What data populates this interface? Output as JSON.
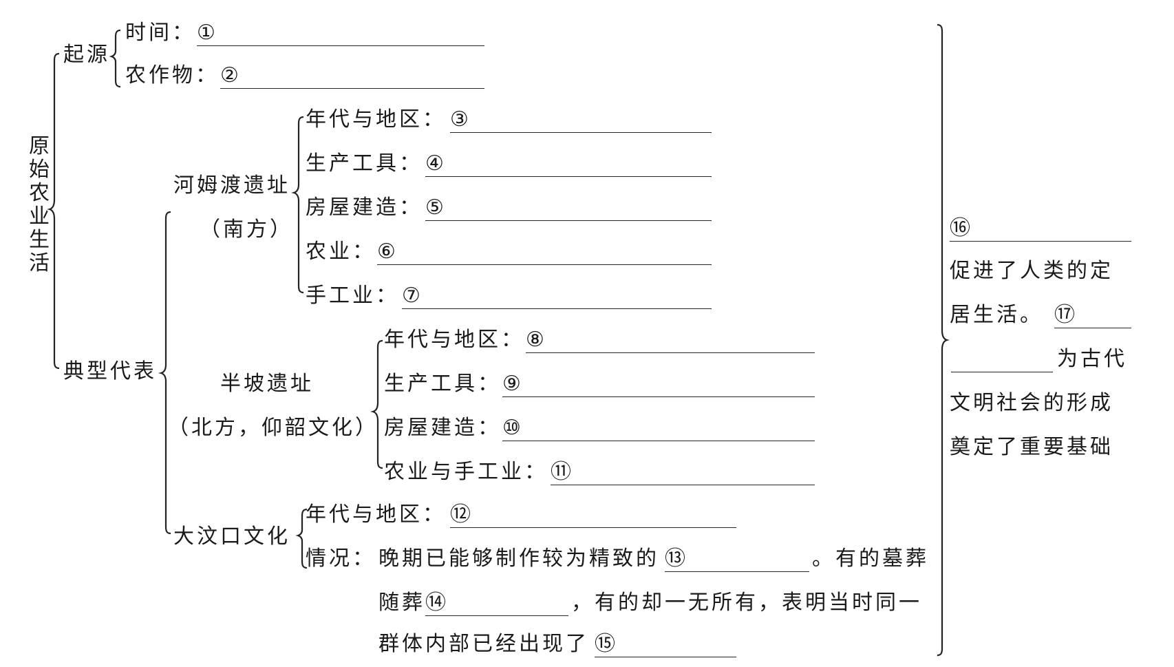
{
  "root": {
    "title": "原始农业生活"
  },
  "origin": {
    "label": "起源",
    "time": {
      "label": "时间：",
      "num": "①"
    },
    "crops": {
      "label": "农作物：",
      "num": "②"
    }
  },
  "typical": {
    "label": "典型代表",
    "hemudu": {
      "name_line1": "河姆渡遗址",
      "name_line2": "（南方）",
      "items": [
        {
          "label": "年代与地区：",
          "num": "③"
        },
        {
          "label": "生产工具：",
          "num": "④"
        },
        {
          "label": "房屋建造：",
          "num": "⑤"
        },
        {
          "label": "农业：",
          "num": "⑥"
        },
        {
          "label": "手工业：",
          "num": "⑦"
        }
      ]
    },
    "banpo": {
      "name_line1": "半坡遗址",
      "name_line2": "（北方，仰韶文化）",
      "items": [
        {
          "label": "年代与地区：",
          "num": "⑧"
        },
        {
          "label": "生产工具：",
          "num": "⑨"
        },
        {
          "label": "房屋建造：",
          "num": "⑩"
        },
        {
          "label": "农业与手工业：",
          "num": "⑪"
        }
      ]
    },
    "dawenkou": {
      "name": "大汶口文化",
      "item1": {
        "label": "年代与地区：",
        "num": "⑫"
      },
      "situation": {
        "label": "情况：",
        "line1_text": "晚期已能够制作较为精致的",
        "num13": "⑬",
        "line1_end": "。有的墓葬",
        "line2_start": "随葬",
        "num14": "⑭",
        "line2_end": "，有的却一无所有，表明当时同一",
        "line3_start": "群体内部已经出现了",
        "num15": "⑮"
      }
    }
  },
  "conclusion": {
    "num16": "⑯",
    "line1": "促进了人类的定",
    "line2_start": "居生活。",
    "num17": "⑰",
    "line3_end": "为古代",
    "line4": "文明社会的形成",
    "line5": "奠定了重要基础"
  }
}
